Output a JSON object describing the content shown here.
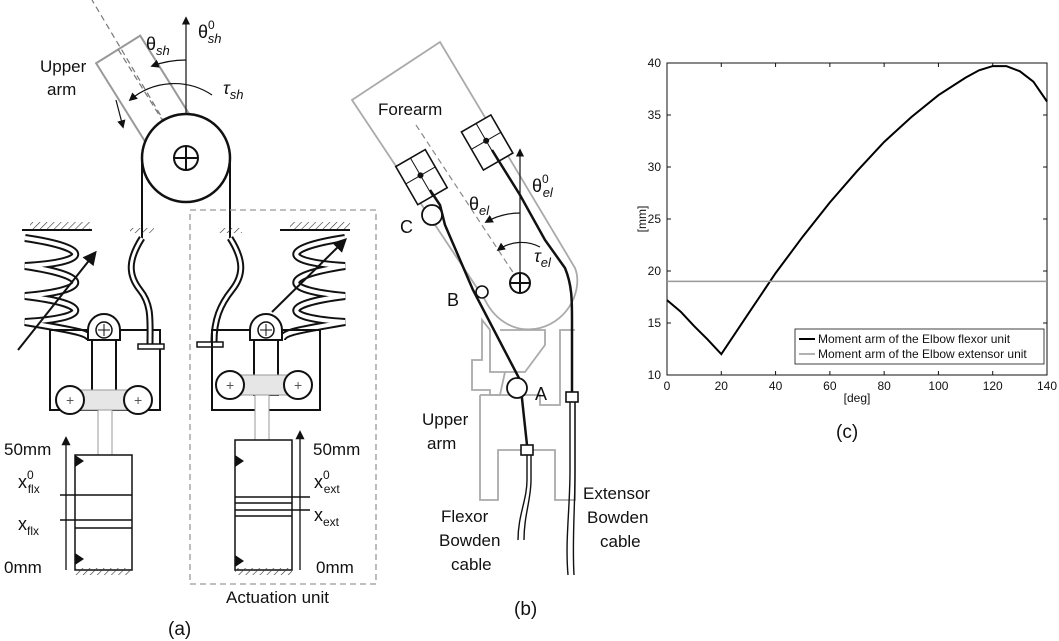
{
  "panel_a": {
    "upper_arm_line1": "Upper",
    "upper_arm_line2": "arm",
    "theta_sh": "θ",
    "theta_sh_sub": "sh",
    "theta_sh0": "θ",
    "theta_sh0_sup": "0",
    "theta_sh0_sub": "sh",
    "tau_sh": "τ",
    "tau_sh_sub": "sh",
    "top_left": "50mm",
    "x_flx0": "x",
    "x_flx0_sup": "0",
    "x_flx0_sub": "flx",
    "x_flx": "x",
    "x_flx_sub": "flx",
    "bottom_left": "0mm",
    "top_right": "50mm",
    "x_ext0": "x",
    "x_ext0_sup": "0",
    "x_ext0_sub": "ext",
    "x_ext": "x",
    "x_ext_sub": "ext",
    "bottom_right": "0mm",
    "actuation_unit": "Actuation unit",
    "caption": "(a)"
  },
  "panel_b": {
    "forearm": "Forearm",
    "theta_el0": "θ",
    "theta_el0_sup": "0",
    "theta_el0_sub": "el",
    "theta_el": "θ",
    "theta_el_sub": "el",
    "tau_el": "τ",
    "tau_el_sub": "el",
    "point_c": "C",
    "point_b": "B",
    "point_a": "A",
    "upper_arm_line1": "Upper",
    "upper_arm_line2": "arm",
    "flexor_line1": "Flexor",
    "flexor_line2": "Bowden",
    "flexor_line3": "cable",
    "extensor_line1": "Extensor",
    "extensor_line2": "Bowden",
    "extensor_line3": "cable",
    "caption": "(b)"
  },
  "panel_c": {
    "caption": "(c)"
  },
  "chart_data": {
    "type": "line",
    "title": "",
    "xlabel": "[deg]",
    "ylabel": "[mm]",
    "xlim": [
      0,
      140
    ],
    "ylim": [
      10,
      40
    ],
    "xticks": [
      0,
      20,
      40,
      60,
      80,
      100,
      120,
      140
    ],
    "yticks": [
      10,
      15,
      20,
      25,
      30,
      35,
      40
    ],
    "grid": false,
    "legend_position": "bottom-right",
    "series": [
      {
        "name": "Moment arm of the Elbow flexor unit",
        "color": "#000000",
        "x": [
          0,
          5,
          10,
          15,
          20,
          30,
          40,
          50,
          60,
          70,
          80,
          90,
          100,
          110,
          115,
          120,
          125,
          130,
          135,
          140
        ],
        "y": [
          17.2,
          16.1,
          14.7,
          13.4,
          12.0,
          15.9,
          19.8,
          23.3,
          26.6,
          29.6,
          32.4,
          34.8,
          36.9,
          38.6,
          39.3,
          39.7,
          39.7,
          39.2,
          38.2,
          36.3
        ]
      },
      {
        "name": "Moment arm of the Elbow extensor unit",
        "color": "#999999",
        "x": [
          0,
          140
        ],
        "y": [
          19,
          19
        ]
      }
    ]
  }
}
